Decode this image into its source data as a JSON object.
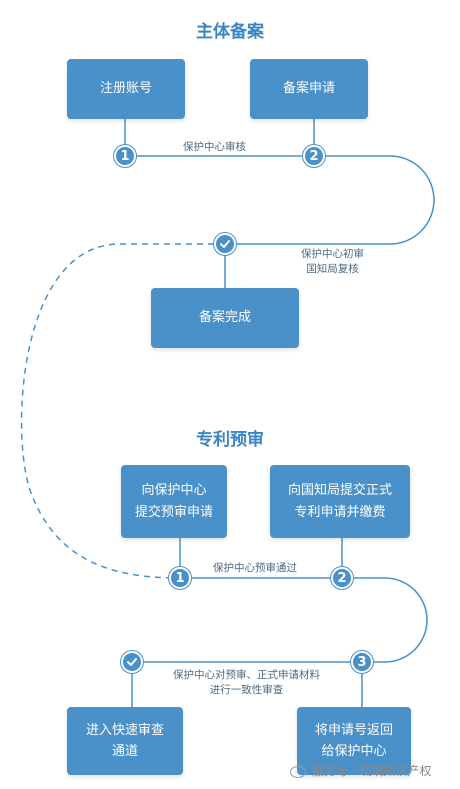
{
  "section1": {
    "title": "主体备案",
    "box_register": "注册账号",
    "box_apply": "备案申请",
    "box_complete": "备案完成",
    "node1": "1",
    "node2": "2",
    "label_review": "保护中心审核",
    "label_initial_line1": "保护中心初审",
    "label_initial_line2": "国知局复核"
  },
  "section2": {
    "title": "专利预审",
    "box_submit_line1": "向保护中心",
    "box_submit_line2": "提交预审申请",
    "box_formal_line1": "向国知局提交正式",
    "box_formal_line2": "专利申请并缴费",
    "box_fast_line1": "进入快速审查",
    "box_fast_line2": "通道",
    "box_return_line1": "将申请号返回",
    "box_return_line2": "给保护中心",
    "node1": "1",
    "node2": "2",
    "node3": "3",
    "label_pass": "保护中心预审通过",
    "label_check_line1": "保护中心对预审、正式申请材料",
    "label_check_line2": "进行一致性审查"
  },
  "watermark": {
    "text": "服务号 · 琉璃知识产权"
  },
  "colors": {
    "accent": "#4a90c9",
    "line": "#4a90c9",
    "title": "#3a86c4"
  },
  "icons": [
    "check-icon",
    "wechat-icon"
  ]
}
